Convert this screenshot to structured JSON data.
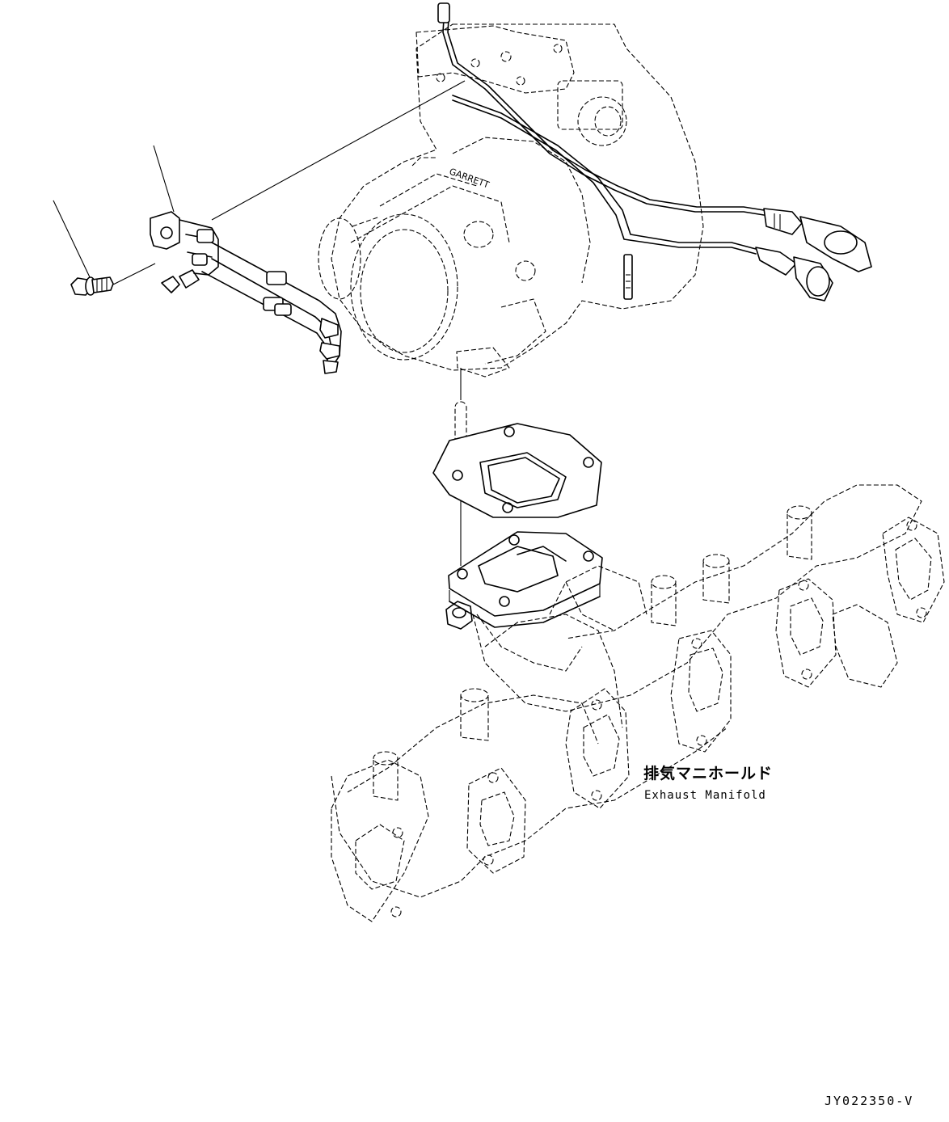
{
  "labels": {
    "exhaust_manifold_jp": "排気マニホールド",
    "exhaust_manifold_en": "Exhaust Manifold"
  },
  "drawing_number": "JY022350-V"
}
